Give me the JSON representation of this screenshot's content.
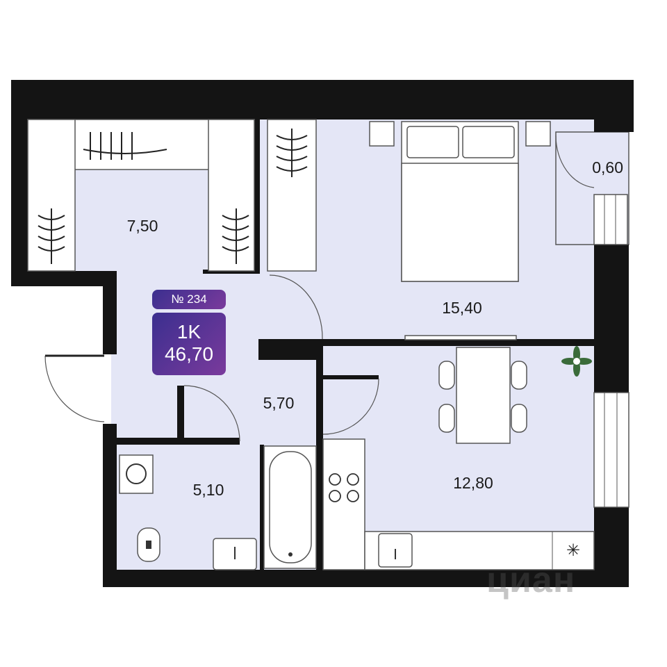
{
  "plan": {
    "apartment_number": "№ 234",
    "type": "1K",
    "total_area": "46,70",
    "rooms": {
      "wardrobe": "7,50",
      "bedroom": "15,40",
      "balcony": "0,60",
      "hallway": "5,70",
      "bathroom": "5,10",
      "kitchen": "12,80"
    },
    "watermark": "циан"
  },
  "colors": {
    "room_fill": "#e4e6f6",
    "wall": "#141414",
    "badge_start": "#3b2f8f",
    "badge_end": "#7a3a9c"
  }
}
